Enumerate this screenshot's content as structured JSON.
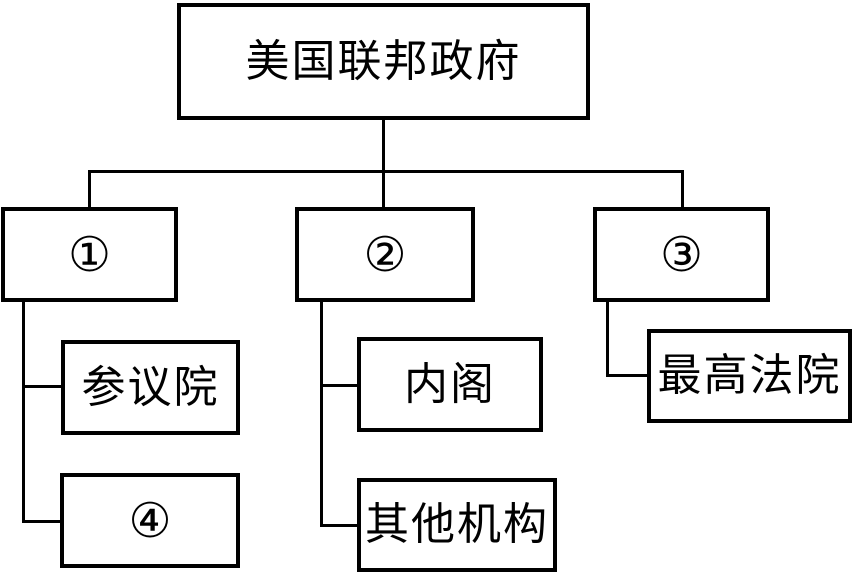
{
  "diagram": {
    "title": "美国联邦政府",
    "nodes": {
      "root": {
        "label": "美国联邦政府"
      },
      "branch1": {
        "label": "①"
      },
      "branch2": {
        "label": "②"
      },
      "branch3": {
        "label": "③"
      },
      "senate": {
        "label": "参议院"
      },
      "branch4": {
        "label": "④"
      },
      "cabinet": {
        "label": "内阁"
      },
      "other": {
        "label": "其他机构"
      },
      "supreme_court": {
        "label": "最高法院"
      }
    },
    "edges": [
      {
        "from": "root",
        "to": "branch1"
      },
      {
        "from": "root",
        "to": "branch2"
      },
      {
        "from": "root",
        "to": "branch3"
      },
      {
        "from": "branch1",
        "to": "senate"
      },
      {
        "from": "branch1",
        "to": "branch4"
      },
      {
        "from": "branch2",
        "to": "cabinet"
      },
      {
        "from": "branch2",
        "to": "other"
      },
      {
        "from": "branch3",
        "to": "supreme_court"
      }
    ],
    "colors": {
      "background": "#ffffff",
      "line": "#000000",
      "text": "#000000"
    }
  }
}
